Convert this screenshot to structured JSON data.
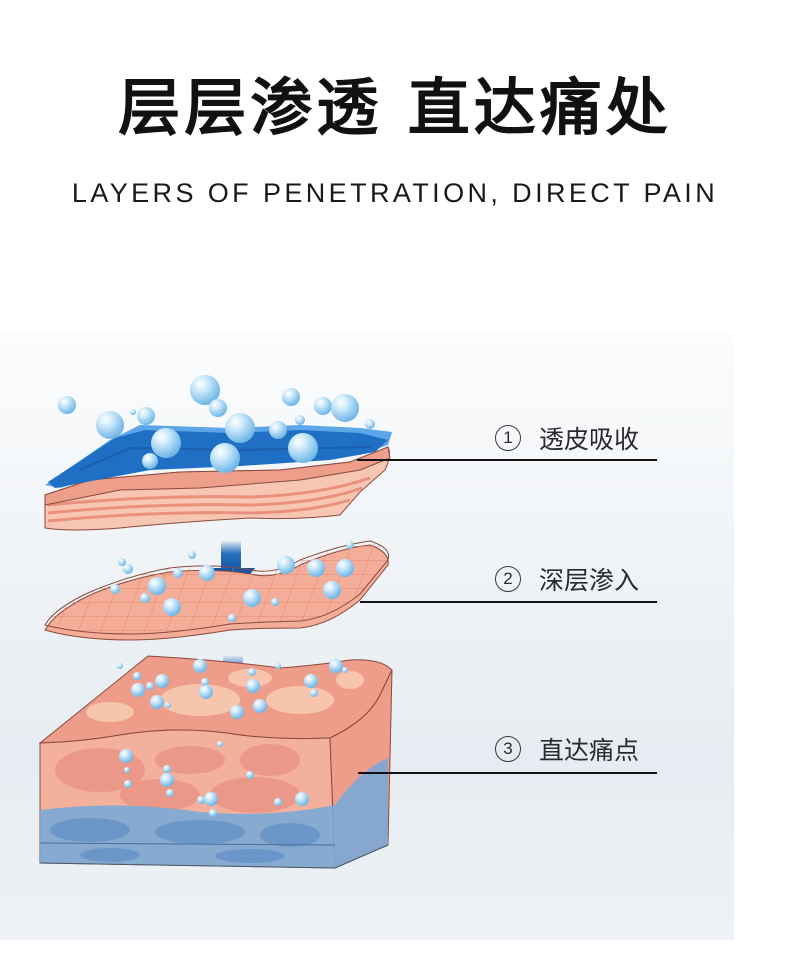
{
  "header": {
    "title": "层层渗透  直达痛处",
    "subtitle": "LAYERS OF PENETRATION, DIRECT PAIN"
  },
  "diagram": {
    "layers": [
      {
        "number": "1",
        "label": "透皮吸收",
        "illustration": "blue-patch-on-skin-with-bubbles"
      },
      {
        "number": "2",
        "label": "深层渗入",
        "illustration": "skin-mesh-layer-with-bubbles"
      },
      {
        "number": "3",
        "label": "直达痛点",
        "illustration": "tissue-block-with-blue-base"
      }
    ],
    "arrows": [
      "down-arrow",
      "down-arrow"
    ],
    "colors": {
      "patch_blue": "#1f6fc4",
      "patch_light_blue": "#5aa6e6",
      "skin_pink": "#f0a493",
      "skin_light": "#f7c3b1",
      "arrow_blue": "#1260b4",
      "tissue_blue": "#7aaad6",
      "bubble": "#a9d8f3"
    }
  }
}
